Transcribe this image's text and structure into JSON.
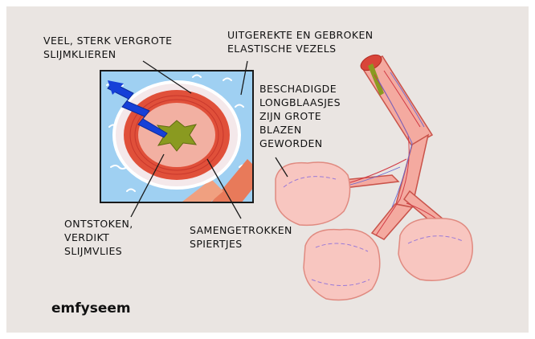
{
  "diagram": {
    "title": "emfyseem",
    "labels": {
      "slijmklieren": [
        "VEEL, STERK VERGROTE",
        "SLIJMKLIEREN"
      ],
      "vezels": [
        "UITGEREKTE EN GEBROKEN",
        "ELASTISCHE VEZELS"
      ],
      "longblaasjes": [
        "BESCHADIGDE",
        "LONGBLAASJES",
        "ZIJN GROTE",
        "BLAZEN",
        "GEWORDEN"
      ],
      "slijmvlies": [
        "ONTSTOKEN,",
        "VERDIKT",
        "SLIJMVLIES"
      ],
      "spiertjes": [
        "SAMENGETROKKEN",
        "SPIERTJES"
      ]
    },
    "colors": {
      "background": "#eae5e2",
      "airway_red": "#e0503a",
      "tissue_pink": "#f4b3a4",
      "alveoli_pink": "#f8c6c0",
      "inset_blue": "#9fd0f2",
      "arrow_blue": "#1640d8",
      "mucus_green": "#8a9a20"
    }
  }
}
